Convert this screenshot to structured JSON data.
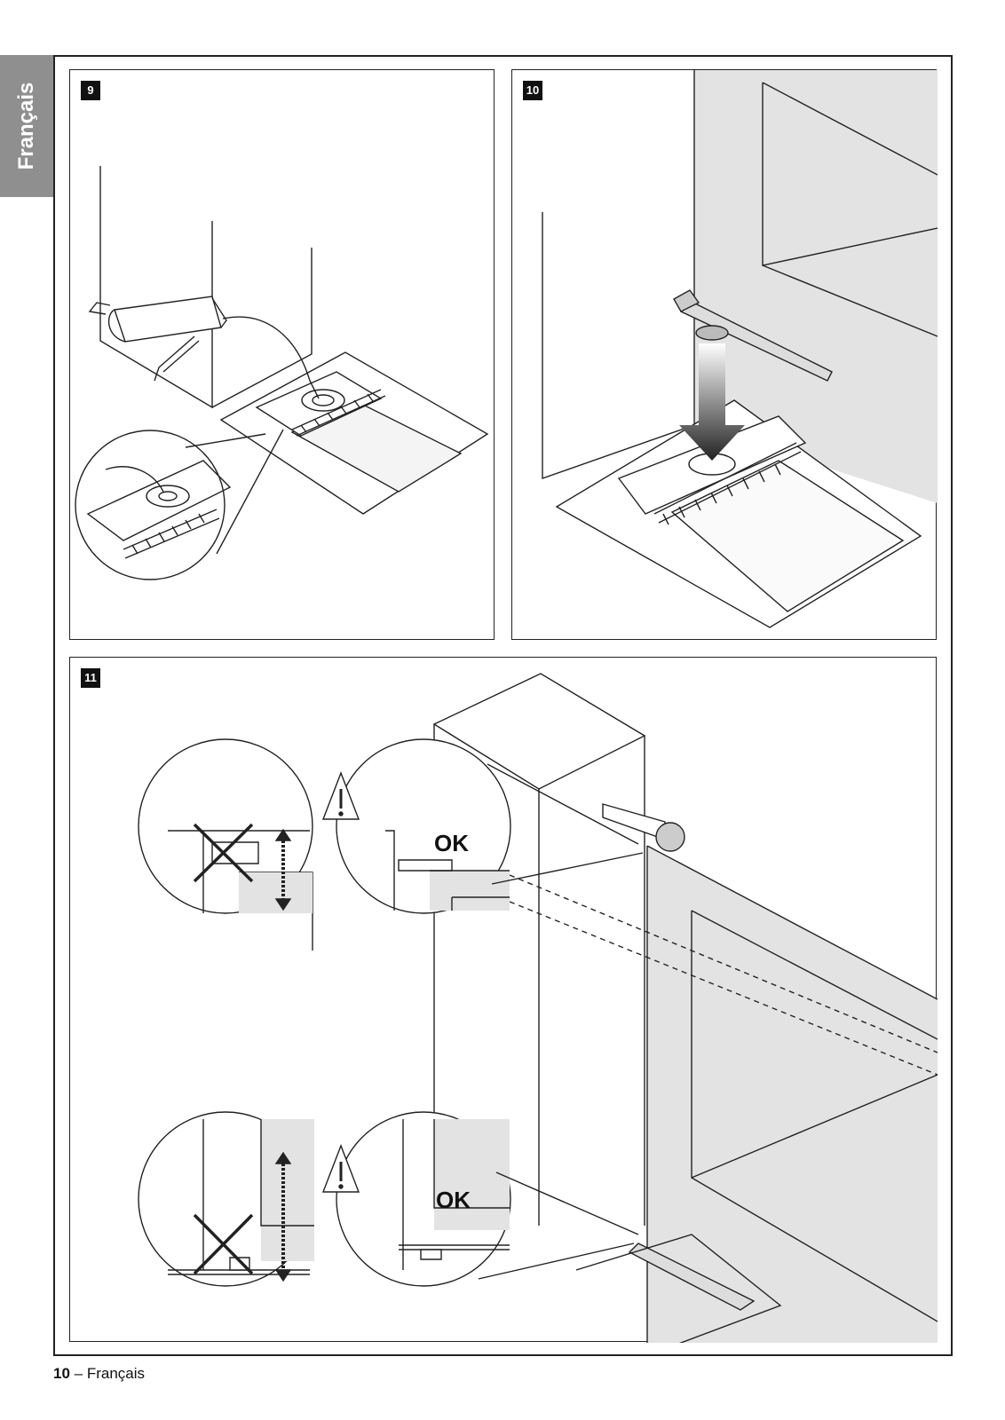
{
  "side_tab": {
    "label": "Français"
  },
  "figures": [
    {
      "number": "9"
    },
    {
      "number": "10"
    },
    {
      "number": "11",
      "ok_label_top": "OK",
      "ok_label_bottom": "OK"
    }
  ],
  "footer": {
    "page_number": "10",
    "separator": " – ",
    "language": "Français"
  }
}
